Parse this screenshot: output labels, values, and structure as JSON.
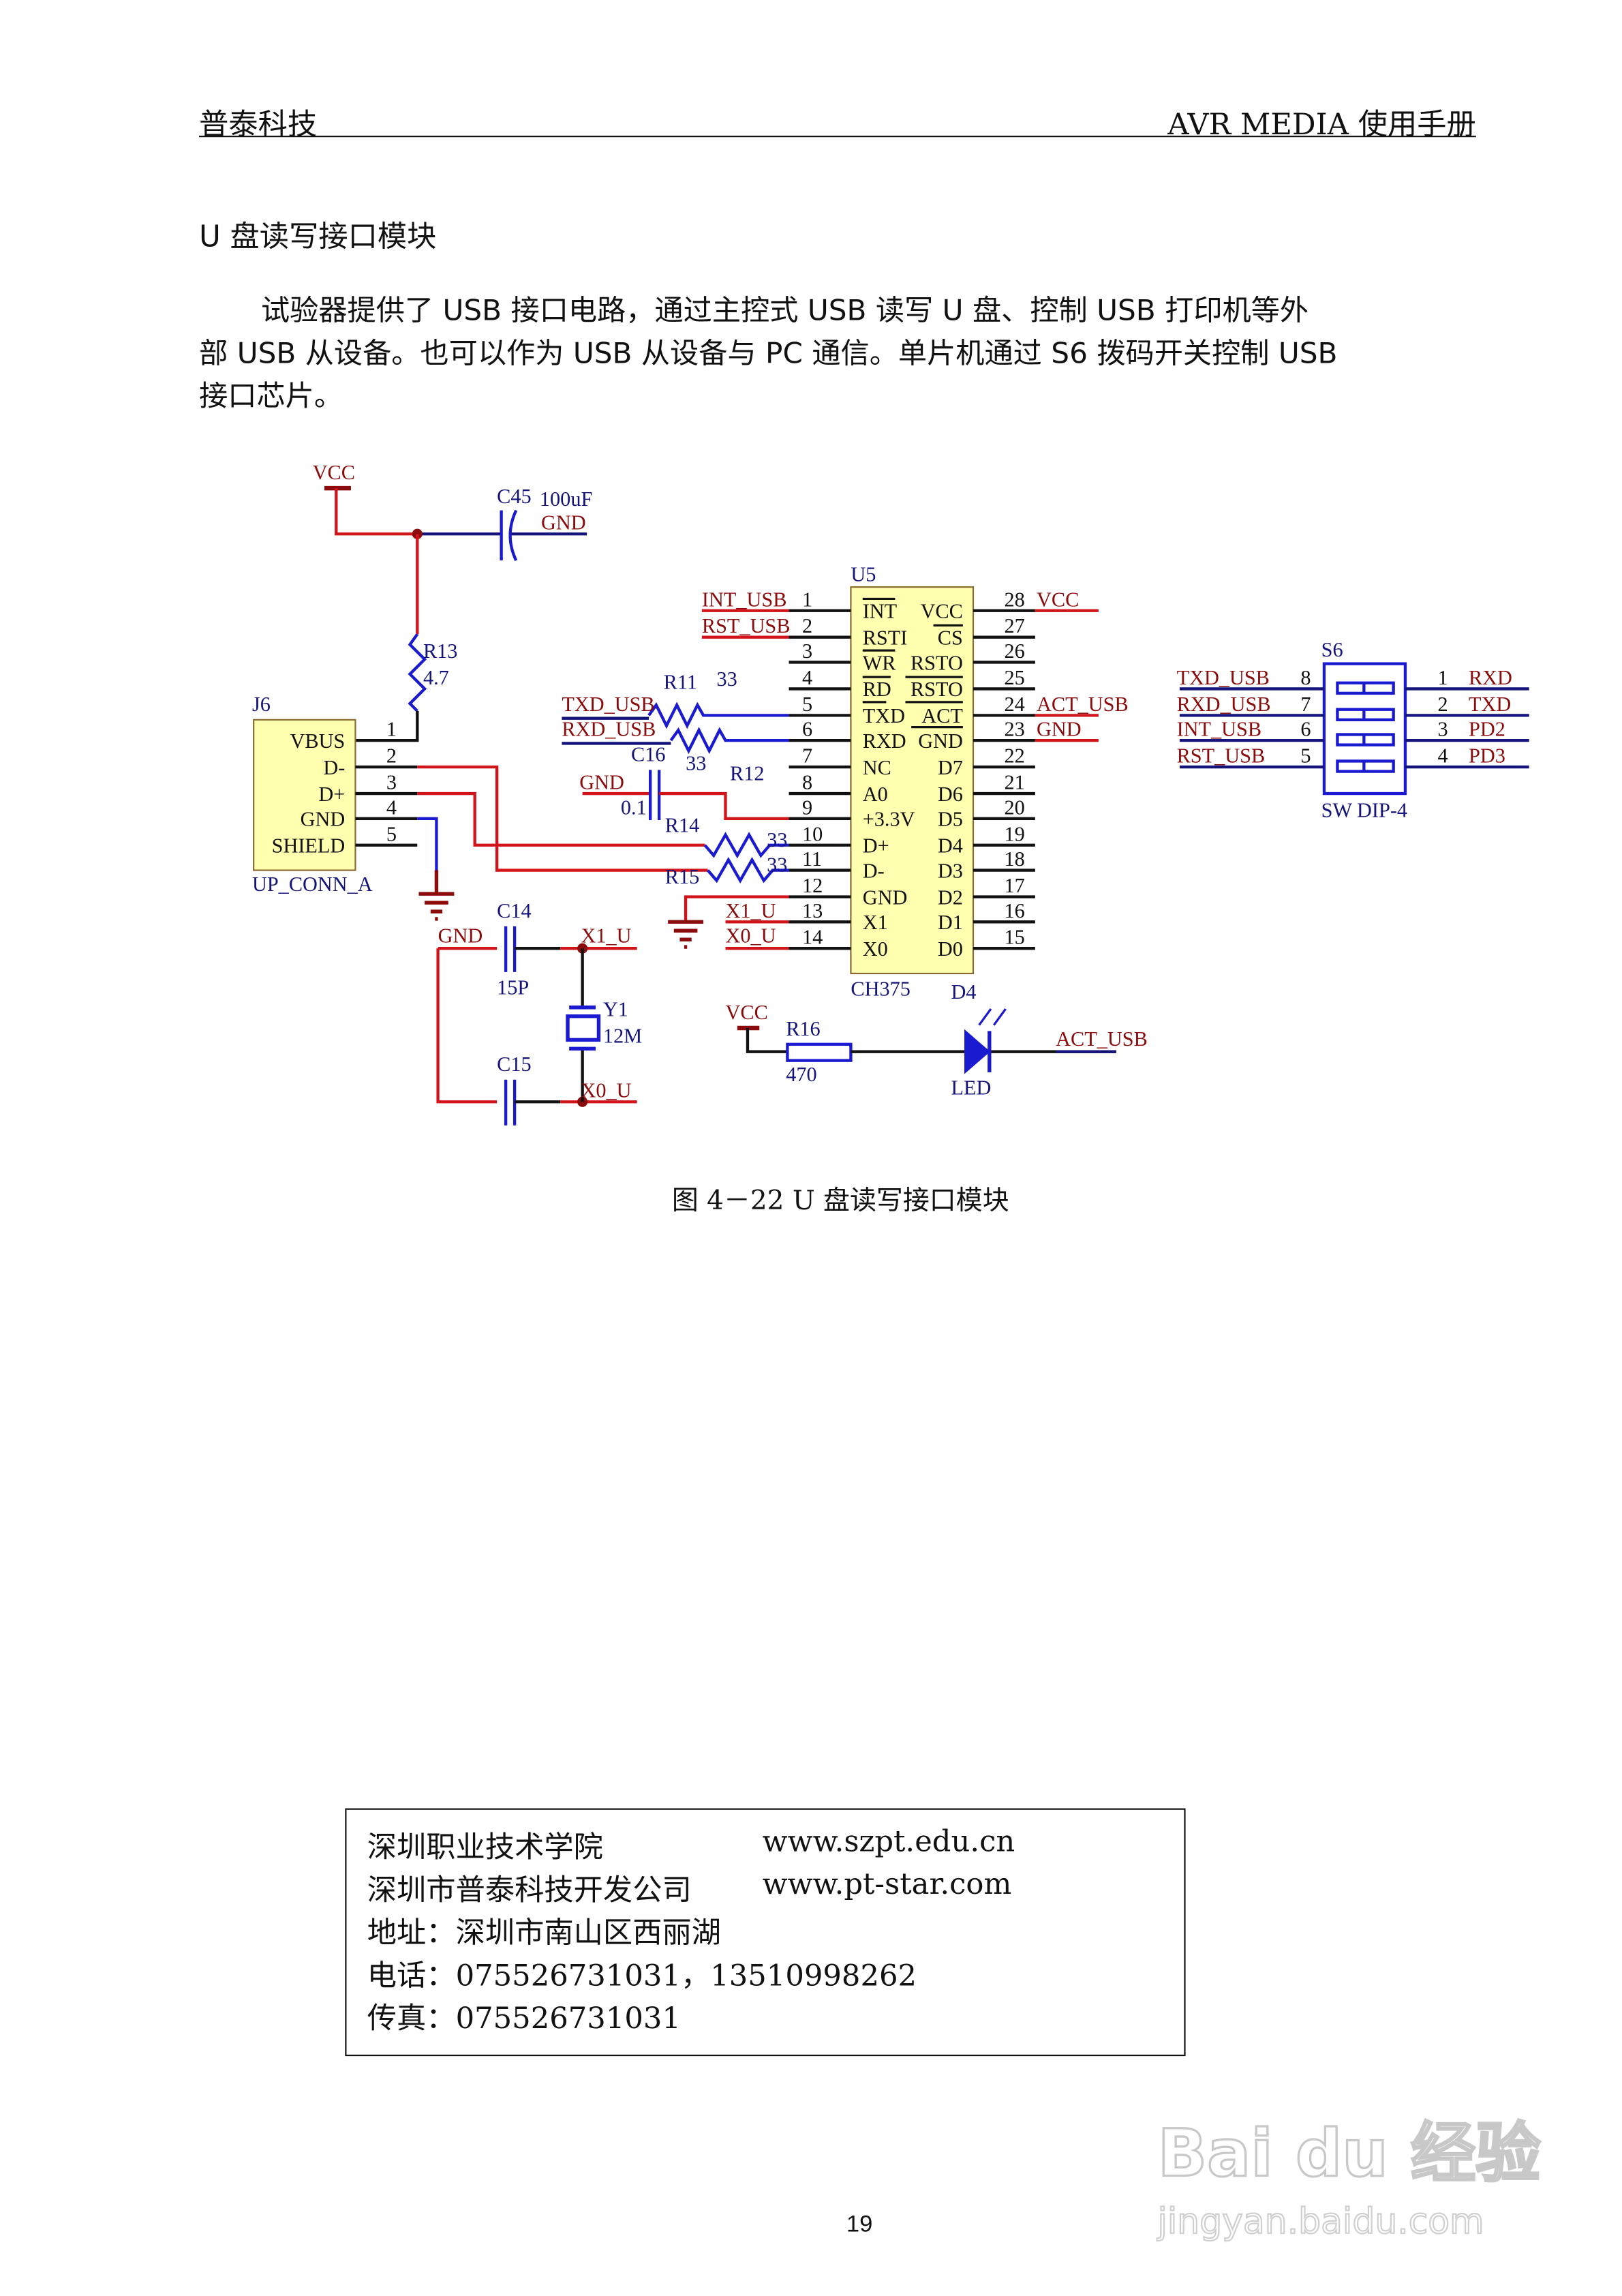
{
  "header": {
    "left": "普泰科技",
    "right": "AVR MEDIA 使用手册"
  },
  "section_title": "U 盘读写接口模块",
  "paragraph": [
    "试验器提供了 USB 接口电路，通过主控式 USB 读写 U 盘、控制 USB 打印机等外",
    "部 USB 从设备。也可以作为 USB 从设备与 PC 通信。单片机通过 S6 拨码开关控制 USB",
    "接口芯片。"
  ],
  "schematic": {
    "vcc": "VCC",
    "gnd": "GND",
    "c45": {
      "ref": "C45",
      "value": "100uF"
    },
    "r13": {
      "ref": "R13",
      "value": "4.7"
    },
    "j6": {
      "ref": "J6",
      "type": "UP_CONN_A",
      "pins": [
        "VBUS",
        "D-",
        "D+",
        "GND",
        "SHIELD"
      ],
      "numbers": [
        "1",
        "2",
        "3",
        "4",
        "5"
      ]
    },
    "r11": {
      "ref": "R11",
      "value": "33"
    },
    "r12": {
      "ref": "R12",
      "value": "33"
    },
    "c16": {
      "ref": "C16",
      "value": "0.1"
    },
    "r14": {
      "ref": "R14",
      "value": "33"
    },
    "r15": {
      "ref": "R15",
      "value": "33"
    },
    "nets": {
      "int_usb": "INT_USB",
      "rst_usb": "RST_USB",
      "txd_usb": "TXD_USB",
      "rxd_usb": "RXD_USB",
      "x1_u": "X1_U",
      "x0_u": "X0_U",
      "act_usb": "ACT_USB"
    },
    "u5": {
      "ref": "U5",
      "type": "CH375",
      "left_pins": [
        "INT",
        "RSTI",
        "WR",
        "RD",
        "TXD",
        "RXD",
        "NC",
        "A0",
        "+3.3V",
        "D+",
        "D-",
        "GND",
        "X1",
        "X0"
      ],
      "left_numbers": [
        "1",
        "2",
        "3",
        "4",
        "5",
        "6",
        "7",
        "8",
        "9",
        "10",
        "11",
        "12",
        "13",
        "14"
      ],
      "right_pins": [
        "VCC",
        "CS",
        "RSTO",
        "RSTO",
        "ACT",
        "GND",
        "D7",
        "D6",
        "D5",
        "D4",
        "D3",
        "D2",
        "D1",
        "D0"
      ],
      "right_numbers": [
        "28",
        "27",
        "26",
        "25",
        "24",
        "23",
        "22",
        "21",
        "20",
        "19",
        "18",
        "17",
        "16",
        "15"
      ]
    },
    "c14": {
      "ref": "C14",
      "value": "15P"
    },
    "c15": {
      "ref": "C15"
    },
    "y1": {
      "ref": "Y1",
      "value": "12M"
    },
    "r16": {
      "ref": "R16",
      "value": "470"
    },
    "d4": {
      "ref": "D4",
      "value": "LED"
    },
    "s6": {
      "ref": "S6",
      "type": "SW DIP-4",
      "left_labels": [
        "TXD_USB",
        "RXD_USB",
        "INT_USB",
        "RST_USB"
      ],
      "left_numbers": [
        "8",
        "7",
        "6",
        "5"
      ],
      "right_numbers": [
        "1",
        "2",
        "3",
        "4"
      ],
      "right_labels": [
        "RXD",
        "TXD",
        "PD2",
        "PD3"
      ]
    }
  },
  "caption": "图 4－22  U 盘读写接口模块",
  "footer": {
    "lines": [
      {
        "left": "深圳职业技术学院",
        "right": "www.szpt.edu.cn"
      },
      {
        "left": "深圳市普泰科技开发公司",
        "right": "www.pt-star.com"
      },
      {
        "left": "地址：深圳市南山区西丽湖",
        "right": ""
      },
      {
        "left": "电话：075526731031，13510998262",
        "right": ""
      },
      {
        "left": "传真：075526731031",
        "right": ""
      }
    ]
  },
  "page_number": "19",
  "watermark": {
    "line1": "Bai du 经验",
    "line2": "jingyan.baidu.com"
  },
  "colors": {
    "wire_red": "#d0141a",
    "label_darkred": "#8a0c0c",
    "component_blue": "#1a1ad0",
    "text_navy": "#14147a",
    "chip_fill": "#ffffb0"
  }
}
